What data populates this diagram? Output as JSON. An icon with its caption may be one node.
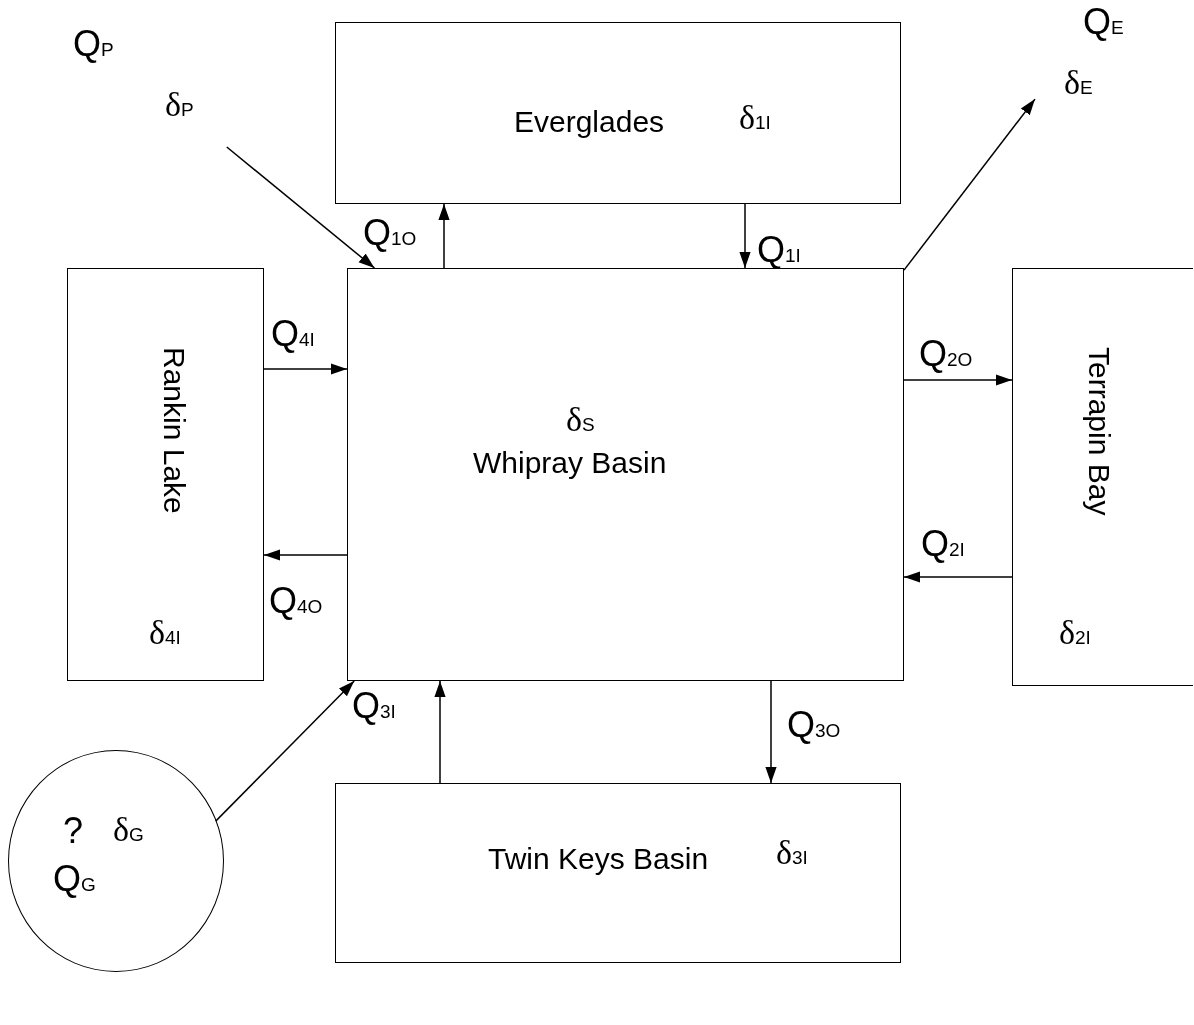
{
  "diagram": {
    "nodes": [
      {
        "text": [
          "δ$_{S}$",
          "Whipray Basin"
        ]
      },
      {
        "text": [
          "Everglades",
          "δ$_{1I}$"
        ]
      },
      {
        "text": [
          "Rankin Lake",
          "δ$_{4I}$"
        ]
      },
      {
        "text": [
          "Terrapin Bay",
          "δ$_{2I}$"
        ]
      },
      {
        "text": [
          "Twin Keys Basin",
          "δ$_{3I}$"
        ]
      },
      {
        "text": [
          "?",
          "δ$_{G}$",
          "Q$_{G}$"
        ]
      },
      {
        "text": [
          "Q$_{P}$",
          "δ$_{P}$"
        ]
      },
      {
        "text": [
          "Q$_{E}$",
          "δ$_{E}$"
        ]
      }
    ],
    "edges": [
      {
        "from": 0,
        "to": 1,
        "arrow": "to",
        "label": "Q$_{1O}$"
      },
      {
        "from": 1,
        "to": 0,
        "arrow": "to",
        "label": "Q$_{1I}$"
      },
      {
        "from": 0,
        "to": 7,
        "arrow": "to"
      },
      {
        "from": 6,
        "to": 0,
        "arrow": "to"
      },
      {
        "from": 2,
        "to": 0,
        "arrow": "to",
        "label": "Q$_{4I}$"
      },
      {
        "from": 0,
        "to": 2,
        "arrow": "to",
        "label": "Q$_{4O}$"
      },
      {
        "from": 0,
        "to": 3,
        "arrow": "to",
        "label": "Q$_{2O}$"
      },
      {
        "from": 3,
        "to": 0,
        "arrow": "to",
        "label": "Q$_{2I}$"
      },
      {
        "from": 0,
        "to": 4,
        "arrow": "to",
        "label": "Q$_{3O}$"
      },
      {
        "from": 4,
        "to": 0,
        "arrow": "to",
        "label": "Q$_{3I}$"
      },
      {
        "from": 5,
        "to": 0,
        "arrow": "to"
      }
    ]
  }
}
